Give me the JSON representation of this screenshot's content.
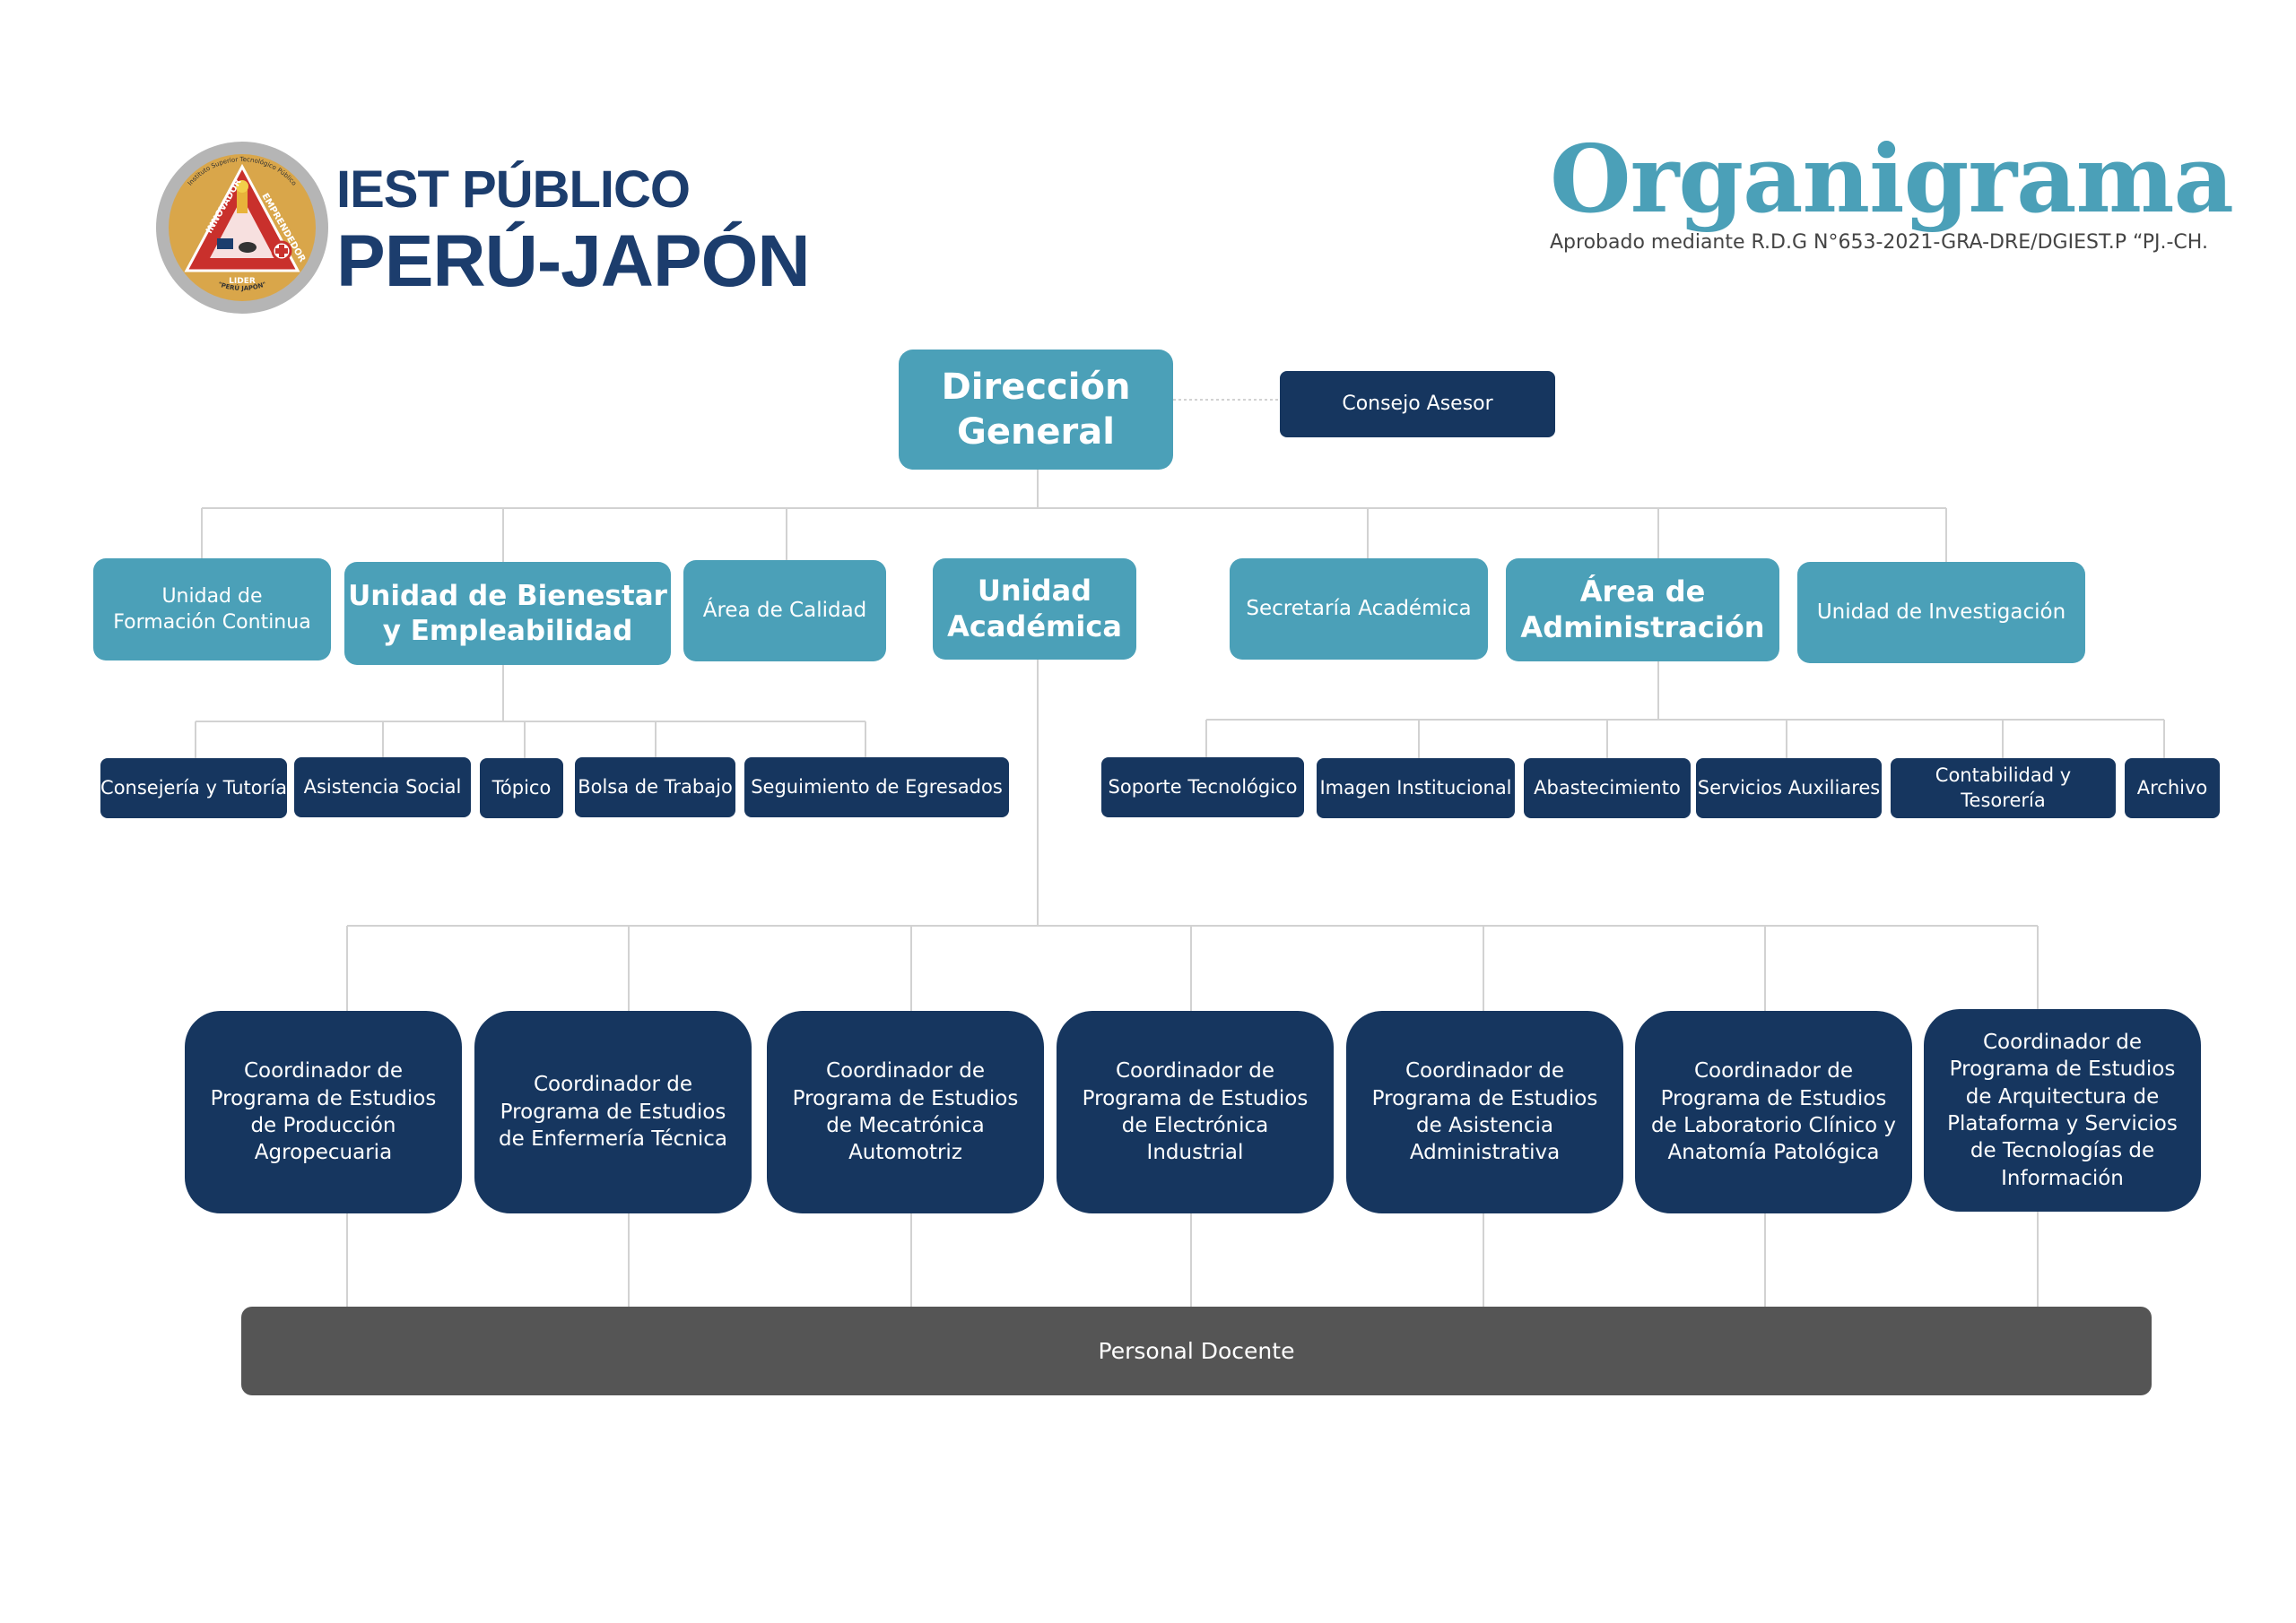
{
  "header": {
    "institution_line1": "IEST PÚBLICO",
    "institution_line2": "PERÚ-JAPÓN",
    "title": "Organigrama",
    "subtitle": "Aprobado mediante R.D.G N°653-2021-GRA-DRE/DGIEST.P “PJ.-CH.",
    "logo": {
      "ring_text": "Instituto Superior Tecnológico Público",
      "side_left": "INNOVADOR",
      "side_right": "EMPRENDEDOR",
      "bottom": "LIDER",
      "banner": "\"PERÚ JAPÓN\"",
      "colors": {
        "ring": "#b5b5b5",
        "disc": "#d9a64a",
        "triangle": "#c9302c",
        "accent": "#1c3d6d"
      }
    }
  },
  "top": {
    "direccion": "Dirección\nGeneral",
    "consejo": "Consejo Asesor"
  },
  "level2": [
    "Unidad de\nFormación Continua",
    "Unidad de Bienestar\ny Empleabilidad",
    "Área de Calidad",
    "Unidad\nAcadémica",
    "Secretaría Académica",
    "Área de\nAdministración",
    "Unidad de Investigación"
  ],
  "bienestar_units": [
    "Consejería y Tutoría",
    "Asistencia Social",
    "Tópico",
    "Bolsa de Trabajo",
    "Seguimiento de Egresados"
  ],
  "administracion_units": [
    "Soporte Tecnológico",
    "Imagen Institucional",
    "Abastecimiento",
    "Servicios Auxiliares",
    "Contabilidad y Tesorería",
    "Archivo"
  ],
  "coordinators": [
    "Coordinador de\nPrograma de Estudios\nde Producción\nAgropecuaria",
    "Coordinador de\nPrograma de Estudios\nde Enfermería Técnica",
    "Coordinador de\nPrograma de Estudios\nde Mecatrónica\nAutomotriz",
    "Coordinador de\nPrograma de Estudios\nde Electrónica\nIndustrial",
    "Coordinador de\nPrograma de Estudios\nde Asistencia\nAdministrativa",
    "Coordinador de\nPrograma de Estudios\nde Laboratorio Clínico y\nAnatomía Patológica",
    "Coordinador de\nPrograma de Estudios\nde Arquitectura de\nPlataforma y Servicios\nde Tecnologías de\nInformación"
  ],
  "bottom": "Personal Docente",
  "colors": {
    "teal": "#4ba0b8",
    "navy": "#16365f",
    "grey": "#555555",
    "line": "#d2d2d2"
  }
}
